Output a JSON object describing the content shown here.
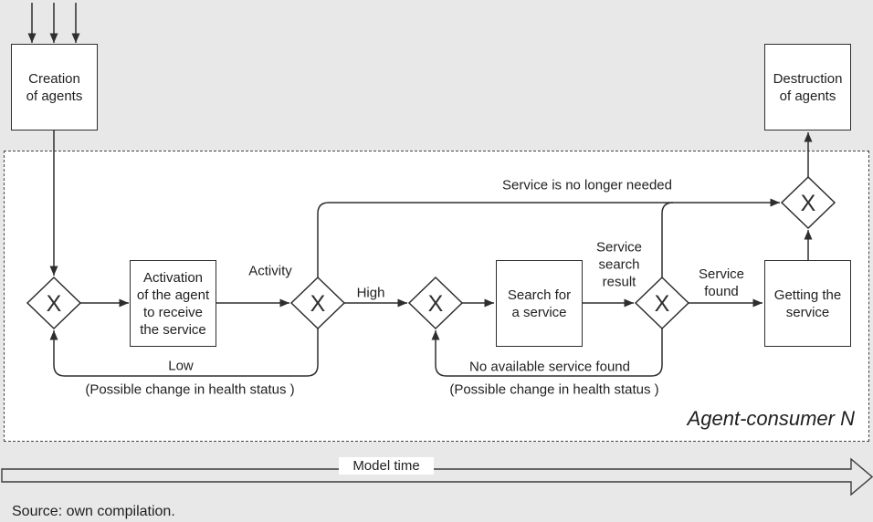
{
  "colors": {
    "page_background": "#e8e8e8",
    "region_background": "#ffffff",
    "line": "#2e2e2e"
  },
  "region": {
    "label": "Agent-consumer N"
  },
  "nodes": {
    "creation": {
      "label": "Creation\nof agents"
    },
    "destruction": {
      "label": "Destruction\nof agents"
    },
    "activation": {
      "label": "Activation\nof the agent\nto receive\nthe service"
    },
    "search": {
      "label": "Search for\na service"
    },
    "getting": {
      "label": "Getting the\nservice"
    }
  },
  "gateways": {
    "symbol": "X"
  },
  "edge_labels": {
    "activity": "Activity",
    "high": "High",
    "low": "Low",
    "service_no_longer_needed": "Service is no longer needed",
    "service_search_result": "Service\nsearch\nresult",
    "service_found": "Service\nfound",
    "no_available_service_found": "No available service found",
    "possible_change_health_low": "(Possible change in health status )",
    "possible_change_health_search": "(Possible change in health status )"
  },
  "timeline": {
    "label": "Model time"
  },
  "caption": {
    "source": "Source: own compilation."
  }
}
